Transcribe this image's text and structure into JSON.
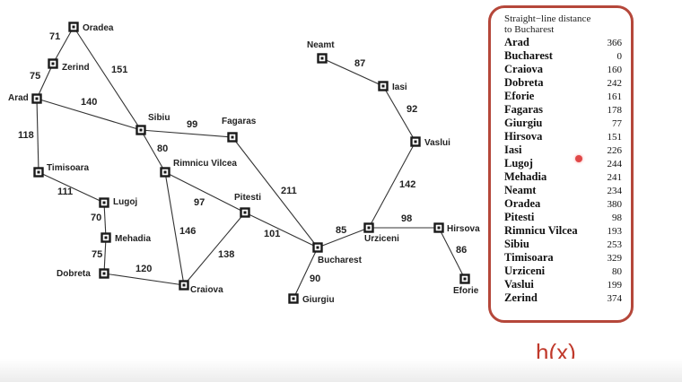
{
  "map": {
    "cities": [
      {
        "id": "oradea",
        "label": "Oradea"
      },
      {
        "id": "zerind",
        "label": "Zerind"
      },
      {
        "id": "arad",
        "label": "Arad"
      },
      {
        "id": "timisoara",
        "label": "Timisoara"
      },
      {
        "id": "lugoj",
        "label": "Lugoj"
      },
      {
        "id": "mehadia",
        "label": "Mehadia"
      },
      {
        "id": "dobreta",
        "label": "Dobreta"
      },
      {
        "id": "craiova",
        "label": "Craiova"
      },
      {
        "id": "sibiu",
        "label": "Sibiu"
      },
      {
        "id": "rimnicu",
        "label": "Rimnicu Vilcea"
      },
      {
        "id": "fagaras",
        "label": "Fagaras"
      },
      {
        "id": "pitesti",
        "label": "Pitesti"
      },
      {
        "id": "bucharest",
        "label": "Bucharest"
      },
      {
        "id": "giurgiu",
        "label": "Giurgiu"
      },
      {
        "id": "urziceni",
        "label": "Urziceni"
      },
      {
        "id": "hirsova",
        "label": "Hirsova"
      },
      {
        "id": "eforie",
        "label": "Eforie"
      },
      {
        "id": "vaslui",
        "label": "Vaslui"
      },
      {
        "id": "iasi",
        "label": "Iasi"
      },
      {
        "id": "neamt",
        "label": "Neamt"
      }
    ],
    "roads": [
      {
        "from": "oradea",
        "to": "zerind",
        "distance": "71"
      },
      {
        "from": "zerind",
        "to": "arad",
        "distance": "75"
      },
      {
        "from": "oradea",
        "to": "sibiu",
        "distance": "151"
      },
      {
        "from": "arad",
        "to": "sibiu",
        "distance": "140"
      },
      {
        "from": "arad",
        "to": "timisoara",
        "distance": "118"
      },
      {
        "from": "timisoara",
        "to": "lugoj",
        "distance": "111"
      },
      {
        "from": "lugoj",
        "to": "mehadia",
        "distance": "70"
      },
      {
        "from": "mehadia",
        "to": "dobreta",
        "distance": "75"
      },
      {
        "from": "dobreta",
        "to": "craiova",
        "distance": "120"
      },
      {
        "from": "sibiu",
        "to": "fagaras",
        "distance": "99"
      },
      {
        "from": "sibiu",
        "to": "rimnicu",
        "distance": "80"
      },
      {
        "from": "rimnicu",
        "to": "pitesti",
        "distance": "97"
      },
      {
        "from": "rimnicu",
        "to": "craiova",
        "distance": "146"
      },
      {
        "from": "craiova",
        "to": "pitesti",
        "distance": "138"
      },
      {
        "from": "fagaras",
        "to": "bucharest",
        "distance": "211"
      },
      {
        "from": "pitesti",
        "to": "bucharest",
        "distance": "101"
      },
      {
        "from": "bucharest",
        "to": "giurgiu",
        "distance": "90"
      },
      {
        "from": "bucharest",
        "to": "urziceni",
        "distance": "85"
      },
      {
        "from": "urziceni",
        "to": "hirsova",
        "distance": "98"
      },
      {
        "from": "hirsova",
        "to": "eforie",
        "distance": "86"
      },
      {
        "from": "urziceni",
        "to": "vaslui",
        "distance": "142"
      },
      {
        "from": "vaslui",
        "to": "iasi",
        "distance": "92"
      },
      {
        "from": "iasi",
        "to": "neamt",
        "distance": "87"
      }
    ]
  },
  "heuristic_table": {
    "title": "Straight−line distance\nto Bucharest",
    "rows": [
      {
        "city": "Arad",
        "value": "366"
      },
      {
        "city": "Bucharest",
        "value": "0"
      },
      {
        "city": "Craiova",
        "value": "160"
      },
      {
        "city": "Dobreta",
        "value": "242"
      },
      {
        "city": "Eforie",
        "value": "161"
      },
      {
        "city": "Fagaras",
        "value": "178"
      },
      {
        "city": "Giurgiu",
        "value": "77"
      },
      {
        "city": "Hirsova",
        "value": "151"
      },
      {
        "city": "Iasi",
        "value": "226"
      },
      {
        "city": "Lugoj",
        "value": "244"
      },
      {
        "city": "Mehadia",
        "value": "241"
      },
      {
        "city": "Neamt",
        "value": "234"
      },
      {
        "city": "Oradea",
        "value": "380"
      },
      {
        "city": "Pitesti",
        "value": "98"
      },
      {
        "city": "Rimnicu Vilcea",
        "value": "193"
      },
      {
        "city": "Sibiu",
        "value": "253"
      },
      {
        "city": "Timisoara",
        "value": "329"
      },
      {
        "city": "Urziceni",
        "value": "80"
      },
      {
        "city": "Vaslui",
        "value": "199"
      },
      {
        "city": "Zerind",
        "value": "374"
      }
    ]
  },
  "annotation": {
    "label": "h(x)"
  },
  "colors": {
    "panel_border": "#b5473a",
    "annotation": "#c0392b",
    "cursor": "#e04848"
  }
}
